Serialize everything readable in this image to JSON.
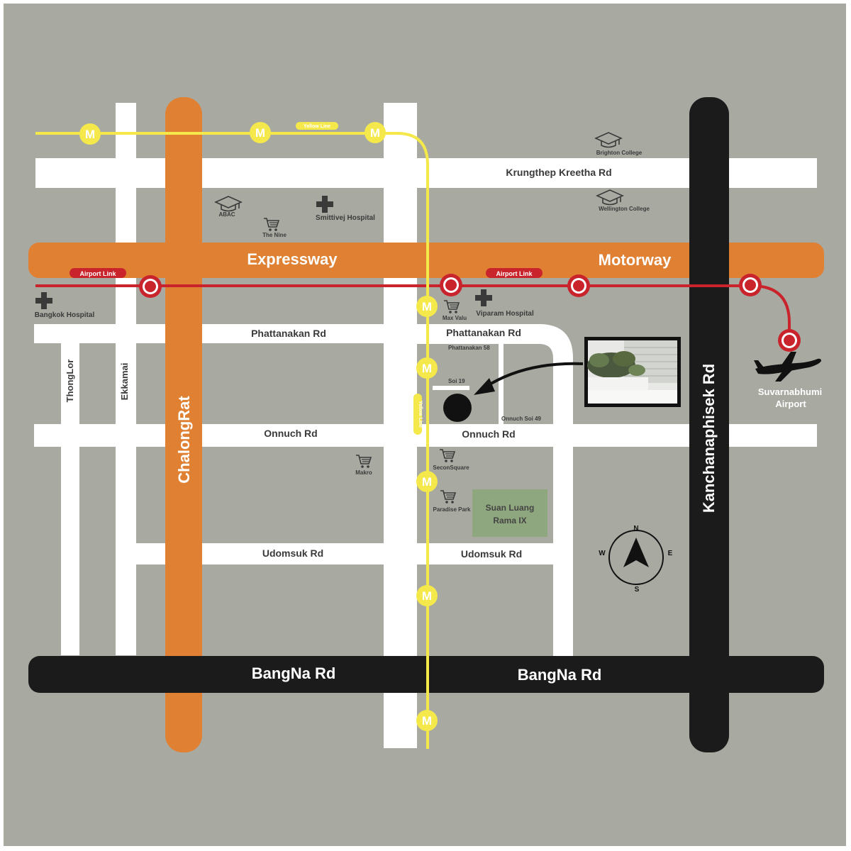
{
  "colors": {
    "background": "#a8aaa2",
    "road": "#ffffff",
    "expressway": "#e08033",
    "highway_black": "#1b1b1b",
    "yellow_line": "#f4e84a",
    "airport_link": "#c9242c",
    "park": "#8fa77e"
  },
  "roads": {
    "krungthep": "Krungthep Kreetha Rd",
    "phattanakan_left": "Phattanakan Rd",
    "phattanakan_right": "Phattanakan Rd",
    "onnuch_left": "Onnuch Rd",
    "onnuch_right": "Onnuch Rd",
    "udomsuk_left": "Udomsuk Rd",
    "udomsuk_right": "Udomsuk Rd",
    "expressway": "Expressway",
    "motorway": "Motorway",
    "bangna_left": "BangNa Rd",
    "bangna_right": "BangNa Rd",
    "chalongrat": "ChalongRat",
    "kanchanaphisek": "Kanchanaphisek Rd",
    "thonglor": "ThongLor",
    "ekkamai": "Ekkamai",
    "phattanakan58": "Phattanakan 58",
    "soi19": "Soi 19",
    "onnuch_soi49": "Onnuch Soi 49"
  },
  "transit": {
    "yellow_line_label": "Yellow Line",
    "yellow_line_vertical_label": "Yellow Line",
    "airport_link_label_left": "Airport Link",
    "airport_link_label_right": "Airport Link",
    "metro_symbol": "M"
  },
  "places": {
    "abac": "ABAC",
    "the_nine": "The Nine",
    "smittivej": "Smittivej Hospital",
    "bangkok_hospital": "Bangkok Hospital",
    "max_valu": "Max Valu",
    "viparam": "Viparam Hospital",
    "makro": "Makro",
    "seconsquare": "SeconSquare",
    "paradise_park": "Paradise Park",
    "brighton": "Brighton College",
    "wellington": "Wellington College",
    "park_line1": "Suan Luang",
    "park_line2": "Rama IX",
    "airport_line1": "Suvarnabhumi",
    "airport_line2": "Airport"
  },
  "compass": {
    "n": "N",
    "s": "S",
    "e": "E",
    "w": "W"
  },
  "icons": {
    "metro_station": "metro-station-icon",
    "airport_link_station": "airport-link-station-icon",
    "school": "graduation-cap-icon",
    "hospital": "hospital-cross-icon",
    "shopping": "shopping-cart-icon",
    "airplane": "airplane-icon",
    "compass": "compass-icon",
    "location": "location-marker-icon"
  }
}
